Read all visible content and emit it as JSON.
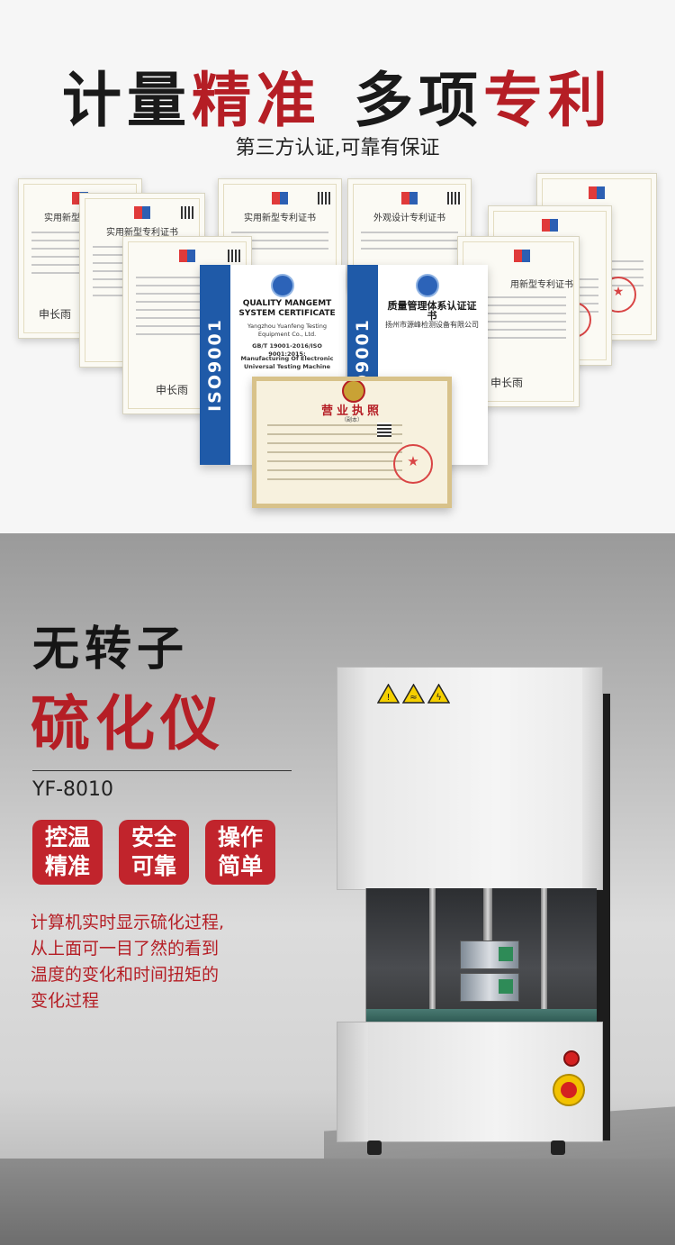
{
  "top": {
    "headline": {
      "part1": "计量",
      "part2": "精准",
      "part3": "多项",
      "part4": "专利"
    },
    "subtitle": "第三方认证,可靠有保证",
    "certificates": {
      "utility_title": "实用新型专利证书",
      "design_title": "外观设计专利证书",
      "right_partial_title": "用新型专利证书",
      "signature": "申长雨"
    },
    "iso_en": {
      "band": "ISO9001",
      "title": "QUALITY MANGEMT SYSTEM CERTIFICATE",
      "company": "Yangzhou Yuanfeng Testing Equipment Co., Ltd.",
      "standard": "GB/T 19001-2016/ISO 9001:2015:",
      "scope": "Manufacturing Of Electronic Universal Testing Machine"
    },
    "iso_cn": {
      "band": "ISO9001",
      "title": "质量管理体系认证证书",
      "company": "扬州市源峰检测设备有限公司"
    },
    "license": {
      "title": "营业执照",
      "sub": "（副本）"
    }
  },
  "product": {
    "title_line1": "无转子",
    "title_line2": "硫化仪",
    "model": "YF-8010",
    "tags": [
      {
        "line1": "控温",
        "line2": "精准"
      },
      {
        "line1": "安全",
        "line2": "可靠"
      },
      {
        "line1": "操作",
        "line2": "简单"
      }
    ],
    "description": [
      "计算机实时显示硫化过程,",
      "从上面可一目了然的看到",
      "温度的变化和时间扭矩的",
      "变化过程"
    ]
  },
  "colors": {
    "brand_red": "#b51e25",
    "tag_red": "#c1242c",
    "iso_blue": "#1f5aa8"
  }
}
